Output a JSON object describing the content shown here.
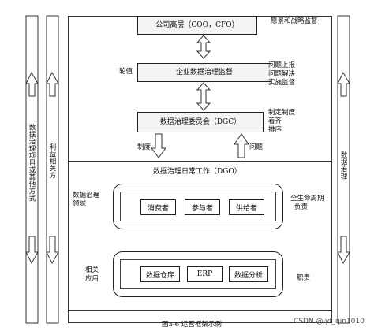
{
  "top_box": {
    "label": "公司高层（COO，CFO）"
  },
  "top_note": "愿景和战略监督",
  "mid_box": {
    "label": "企业数据治理监督"
  },
  "mid_left": "轮值",
  "mid_notes": [
    "问题上报",
    "问题解决",
    "实施监督"
  ],
  "dgc_box": {
    "label": "数据治理委员会（DGC）"
  },
  "dgc_notes": [
    "制定制度",
    "着齐",
    "排序"
  ],
  "flow_down": "制度",
  "flow_up": "问题",
  "dgo_title": "数据治理日常工作（DGO）",
  "domain_label": [
    "数据治理",
    "领域"
  ],
  "domain_items": [
    "消费者",
    "参与者",
    "供给者"
  ],
  "domain_right": [
    "全生命周期",
    "负责"
  ],
  "app_label": [
    "相关",
    "应用"
  ],
  "app_items": [
    "数据仓库",
    "ERP",
    "数据分析"
  ],
  "app_right": "职责",
  "left_band_1": "数据治理项目或其他方式",
  "left_band_2": "利益相关方",
  "right_band": "数据治理",
  "caption": "图3-6 运营框架示例",
  "watermark": "CSDN @lyf_qin1010"
}
